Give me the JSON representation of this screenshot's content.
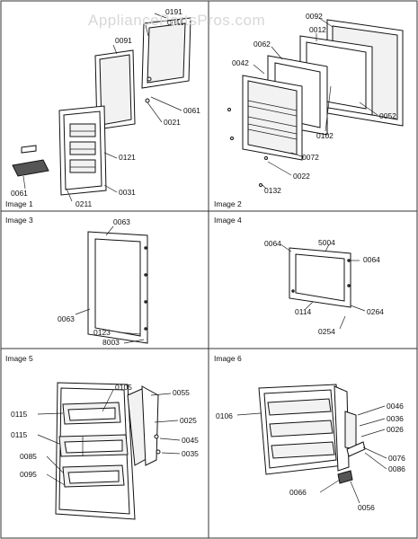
{
  "watermark": "AppliancePartsPros.com",
  "panels": [
    {
      "title": "Image 1",
      "labels": [
        "0191",
        "0011",
        "0091",
        "0061",
        "0021",
        "0121",
        "0061",
        "0211",
        "0031"
      ]
    },
    {
      "title": "Image 2",
      "labels": [
        "0092",
        "0012",
        "0062",
        "0042",
        "0052",
        "0102",
        "0072",
        "0022",
        "0132"
      ]
    },
    {
      "title": "Image 3",
      "labels": [
        "0063",
        "0063",
        "0123",
        "8003"
      ]
    },
    {
      "title": "Image 4",
      "labels": [
        "0064",
        "5004",
        "0064",
        "0114",
        "0264",
        "0254"
      ]
    },
    {
      "title": "Image 5",
      "labels": [
        "0105",
        "0055",
        "0025",
        "0115",
        "0045",
        "0035",
        "0115",
        "0085",
        "0095"
      ]
    },
    {
      "title": "Image 6",
      "labels": [
        "0106",
        "0046",
        "0036",
        "0026",
        "0076",
        "0086",
        "0066",
        "0056"
      ]
    }
  ]
}
